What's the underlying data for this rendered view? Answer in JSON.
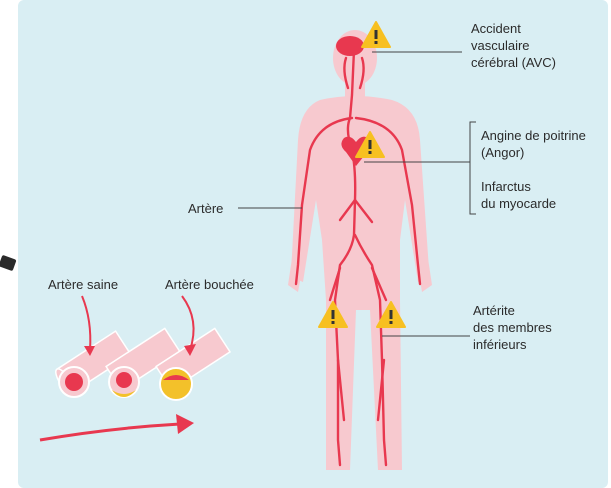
{
  "labels": {
    "avc": [
      "Accident",
      "vasculaire",
      "cérébral (AVC)"
    ],
    "angor": [
      "Angine de poitrine",
      "(Angor)"
    ],
    "infarct": [
      "Infarctus",
      "du myocarde"
    ],
    "artery": "Artère",
    "arteritis": [
      "Artérite",
      "des membres",
      "inférieurs"
    ],
    "healthy": "Artère saine",
    "blocked": "Artère bouchée"
  },
  "icons": {
    "warning": "warning-triangle-icon"
  },
  "colors": {
    "background": "#d9eef3",
    "body": "#f7c9cf",
    "vessel": "#e8384f",
    "warning": "#f7c021",
    "plaque": "#f3c12a"
  }
}
